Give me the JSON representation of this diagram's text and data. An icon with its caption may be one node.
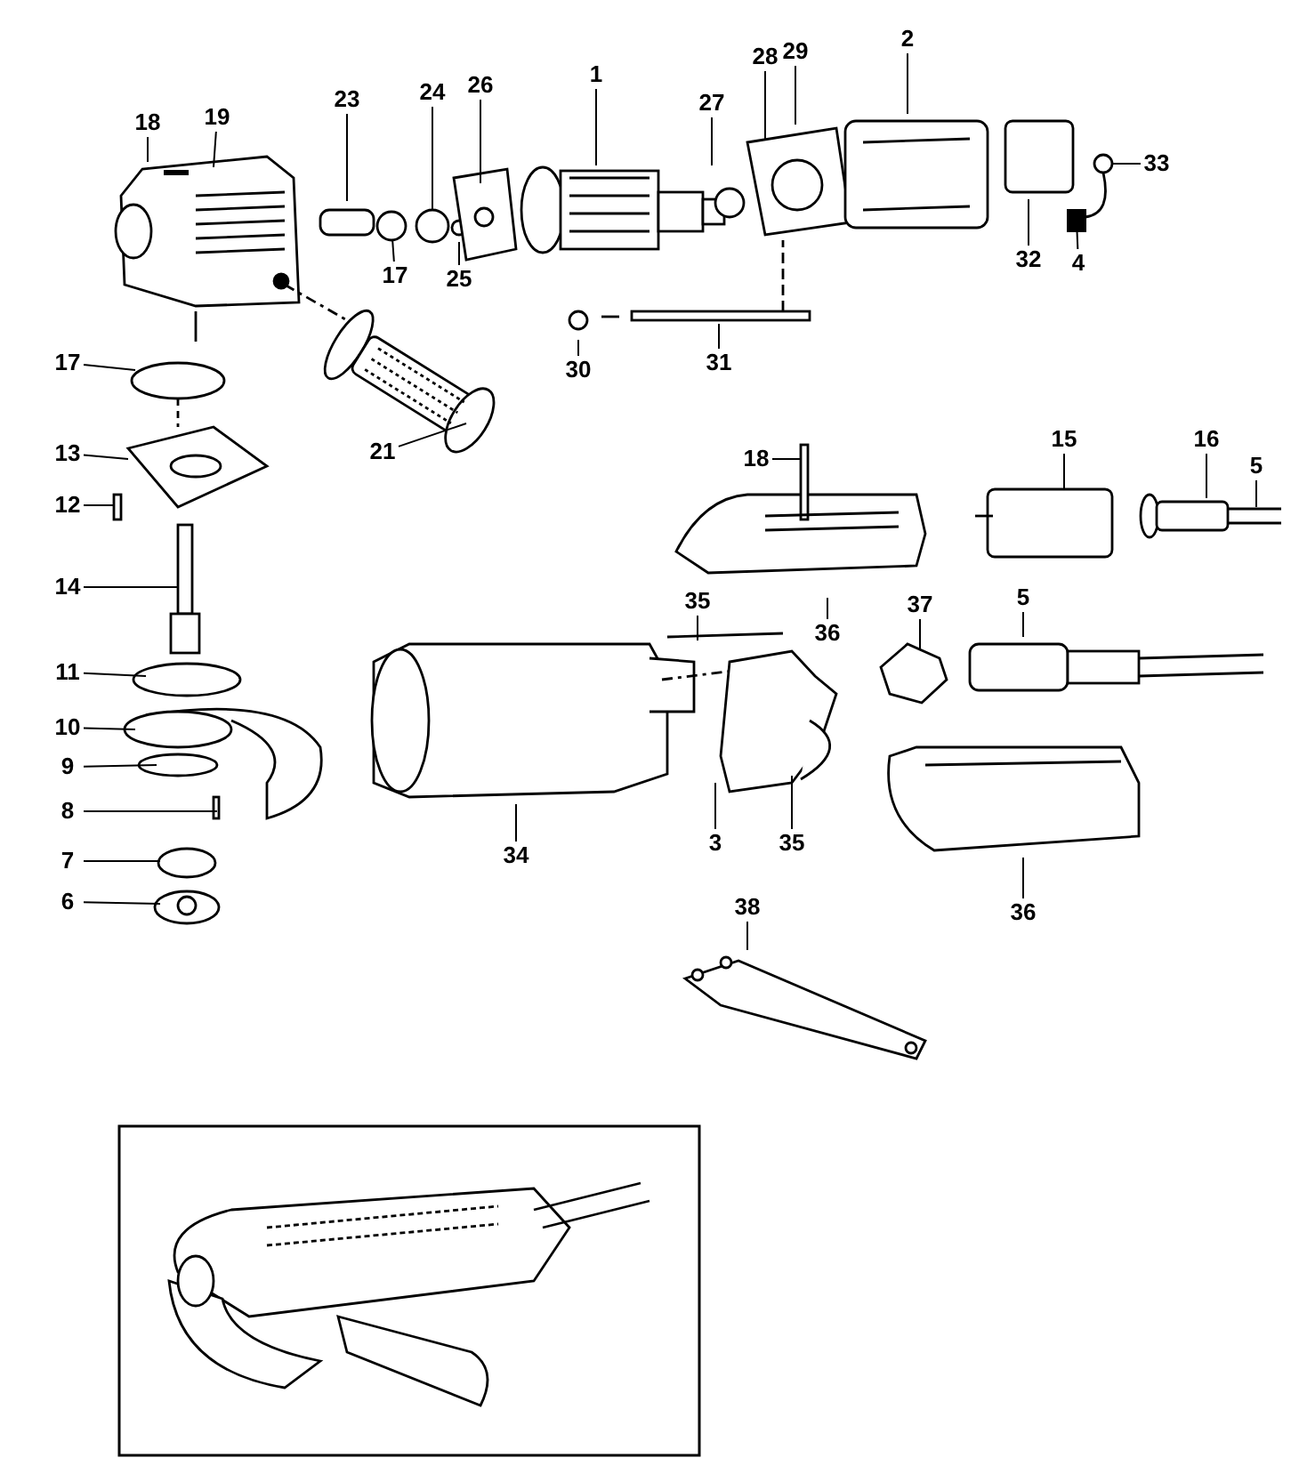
{
  "diagram": {
    "nodes": [
      {
        "text": [
          "18"
        ]
      },
      {
        "text": [
          "19"
        ]
      },
      {
        "text": [
          "23"
        ]
      },
      {
        "text": [
          "24"
        ]
      },
      {
        "text": [
          "26"
        ]
      },
      {
        "text": [
          "1"
        ]
      },
      {
        "text": [
          "27"
        ]
      },
      {
        "text": [
          "28"
        ]
      },
      {
        "text": [
          "29"
        ]
      },
      {
        "text": [
          "2"
        ]
      },
      {
        "text": [
          "33"
        ]
      },
      {
        "text": [
          "32"
        ]
      },
      {
        "text": [
          "4"
        ]
      },
      {
        "text": [
          "17"
        ]
      },
      {
        "text": [
          "25"
        ]
      },
      {
        "text": [
          "30"
        ]
      },
      {
        "text": [
          "31"
        ]
      },
      {
        "text": [
          "17"
        ]
      },
      {
        "text": [
          "13"
        ]
      },
      {
        "text": [
          "12"
        ]
      },
      {
        "text": [
          "14"
        ]
      },
      {
        "text": [
          "21"
        ]
      },
      {
        "text": [
          "11"
        ]
      },
      {
        "text": [
          "10"
        ]
      },
      {
        "text": [
          "9"
        ]
      },
      {
        "text": [
          "8"
        ]
      },
      {
        "text": [
          "7"
        ]
      },
      {
        "text": [
          "6"
        ]
      },
      {
        "text": [
          "18"
        ]
      },
      {
        "text": [
          "15"
        ]
      },
      {
        "text": [
          "16"
        ]
      },
      {
        "text": [
          "5"
        ]
      },
      {
        "text": [
          "35"
        ]
      },
      {
        "text": [
          "36"
        ]
      },
      {
        "text": [
          "37"
        ]
      },
      {
        "text": [
          "5"
        ]
      },
      {
        "text": [
          "34"
        ]
      },
      {
        "text": [
          "3"
        ]
      },
      {
        "text": [
          "35"
        ]
      },
      {
        "text": [
          "36"
        ]
      },
      {
        "text": [
          "38"
        ]
      },
      {
        "text": [],
        "shape": "circle"
      },
      {
        "text": [],
        "shape": "circle"
      },
      {
        "text": [],
        "shape": "circle"
      },
      {
        "text": [],
        "shape": "box"
      }
    ],
    "edges": [
      {
        "from": 0,
        "to": null,
        "arrow": "none"
      },
      {
        "from": 1,
        "to": null,
        "arrow": "none"
      },
      {
        "from": 2,
        "to": null,
        "arrow": "none"
      },
      {
        "from": 3,
        "to": 42,
        "arrow": "none"
      },
      {
        "from": 4,
        "to": null,
        "arrow": "none"
      },
      {
        "from": 5,
        "to": null,
        "arrow": "none"
      },
      {
        "from": 6,
        "to": null,
        "arrow": "none"
      },
      {
        "from": 7,
        "to": null,
        "arrow": "none"
      },
      {
        "from": 8,
        "to": null,
        "arrow": "none"
      },
      {
        "from": 9,
        "to": null,
        "arrow": "none"
      },
      {
        "from": 10,
        "to": 43,
        "arrow": "none"
      },
      {
        "from": 11,
        "to": null,
        "arrow": "none"
      },
      {
        "from": 12,
        "to": 44,
        "arrow": "none"
      },
      {
        "from": 13,
        "to": 41,
        "arrow": "none"
      },
      {
        "from": 14,
        "to": null,
        "arrow": "none"
      },
      {
        "from": 15,
        "to": null,
        "arrow": "none"
      },
      {
        "from": 16,
        "to": null,
        "arrow": "none"
      },
      {
        "from": 17,
        "to": null,
        "arrow": "none"
      },
      {
        "from": 18,
        "to": null,
        "arrow": "none"
      },
      {
        "from": 19,
        "to": null,
        "arrow": "none"
      },
      {
        "from": 20,
        "to": null,
        "arrow": "none"
      },
      {
        "from": 21,
        "to": null,
        "arrow": "none"
      },
      {
        "from": 22,
        "to": null,
        "arrow": "none"
      },
      {
        "from": 23,
        "to": null,
        "arrow": "none"
      },
      {
        "from": 24,
        "to": null,
        "arrow": "none"
      },
      {
        "from": 25,
        "to": null,
        "arrow": "none"
      },
      {
        "from": 26,
        "to": null,
        "arrow": "none"
      },
      {
        "from": 27,
        "to": null,
        "arrow": "none"
      },
      {
        "from": 28,
        "to": null,
        "arrow": "none"
      },
      {
        "from": 29,
        "to": null,
        "arrow": "none"
      },
      {
        "from": 30,
        "to": null,
        "arrow": "none"
      },
      {
        "from": 31,
        "to": null,
        "arrow": "none"
      },
      {
        "from": 32,
        "to": null,
        "arrow": "none"
      },
      {
        "from": 33,
        "to": null,
        "arrow": "none"
      },
      {
        "from": 34,
        "to": null,
        "arrow": "none"
      },
      {
        "from": 35,
        "to": null,
        "arrow": "none"
      },
      {
        "from": 36,
        "to": null,
        "arrow": "none"
      },
      {
        "from": 37,
        "to": null,
        "arrow": "none"
      },
      {
        "from": 38,
        "to": null,
        "arrow": "none"
      },
      {
        "from": 39,
        "to": null,
        "arrow": "none"
      },
      {
        "from": 40,
        "to": null,
        "arrow": "none"
      }
    ]
  }
}
